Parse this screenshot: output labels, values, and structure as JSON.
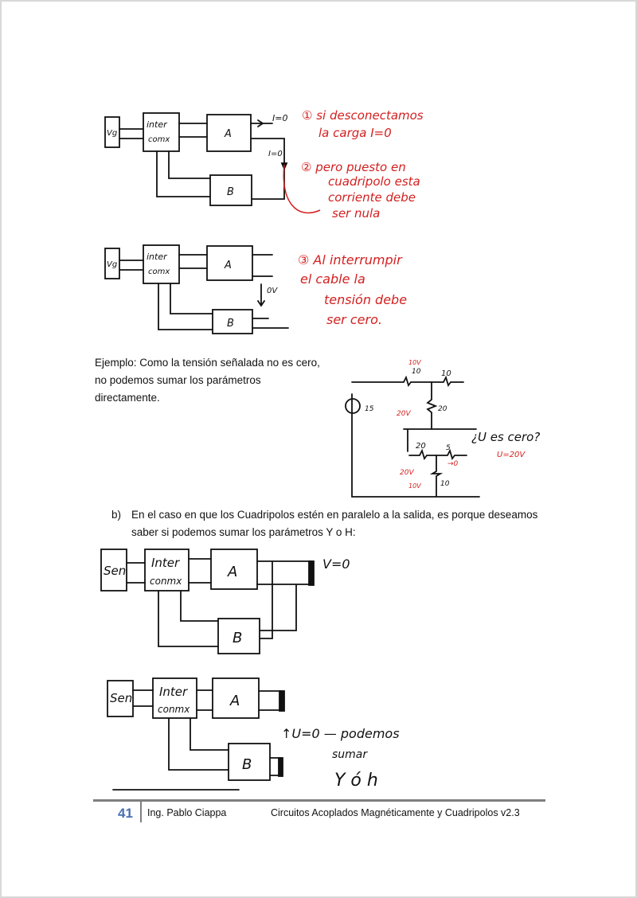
{
  "diagram1": {
    "source_label": "Vg",
    "box_inter": [
      "inter",
      "comx"
    ],
    "box_a": "A",
    "box_b": "B",
    "i_out": "I=0",
    "i_mid": "I=0",
    "note1": [
      "① si desconectamos",
      "la carga I=0"
    ],
    "note2": [
      "② pero puesto en",
      "cuadripolo esta",
      "corriente debe",
      "ser nula"
    ]
  },
  "diagram2": {
    "source_label": "Vg",
    "box_inter": [
      "inter",
      "comx"
    ],
    "box_a": "A",
    "box_b": "B",
    "v_label": "0V",
    "note3": [
      "③ Al interrumpir",
      "el cable la",
      "tensión debe",
      "ser cero."
    ]
  },
  "example": {
    "text": [
      "Ejemplo: Como la tensión señalada no es cero,",
      "no podemos sumar los parámetros",
      "directamente."
    ],
    "circuit": {
      "r_top_left": "10",
      "r_top_left_v": "10V",
      "r_top_right": "10",
      "source": "15",
      "r_mid": "20",
      "r_mid_v": "20V",
      "r_low_left": "20",
      "r_low_right": "5",
      "question": "¿U es cero?",
      "answer": "U=20V",
      "low_left_v": "20V",
      "low_right_v": "→0",
      "r_bottom": "10",
      "r_bottom_v": "10V"
    }
  },
  "item_b": {
    "marker": "b)",
    "text": [
      "En el caso en que los Cuadripolos estén en paralelo a la salida, es porque deseamos",
      "saber si podemos sumar los parámetros Y o H:"
    ]
  },
  "diagram3": {
    "source_label": "Sen",
    "box_inter": [
      "Inter",
      "conmx"
    ],
    "box_a": "A",
    "box_b": "B",
    "v_label": "V=0"
  },
  "diagram4": {
    "source_label": "Sen",
    "box_inter": [
      "Inter",
      "conmx"
    ],
    "box_a": "A",
    "box_b": "B",
    "note": [
      "↑U=0 — podemos",
      "sumar",
      "Y ó h"
    ]
  },
  "footer": {
    "page_number": "41",
    "author": "Ing. Pablo Ciappa",
    "title": "Circuitos Acoplados Magnéticamente y Cuadripolos v2.3"
  },
  "colors": {
    "annotation": "#d42020",
    "page_number": "#4a6fb0"
  }
}
